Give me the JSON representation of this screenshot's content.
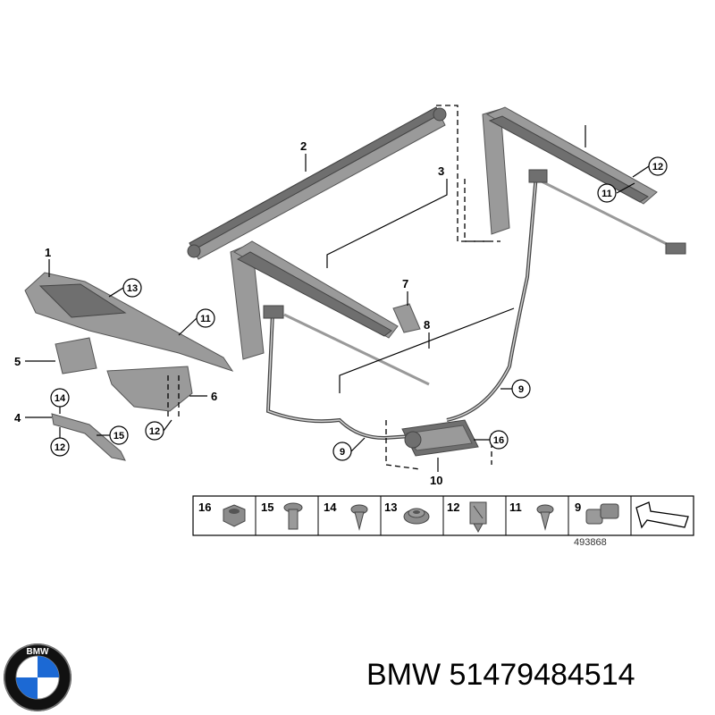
{
  "diagram": {
    "callouts": [
      "1",
      "2",
      "3",
      "4",
      "5",
      "6",
      "7",
      "8",
      "9",
      "9",
      "10",
      "11",
      "11",
      "12",
      "12",
      "12",
      "13",
      "14",
      "15",
      "16"
    ],
    "legend": [
      {
        "num": "16",
        "icon": "hex-nut-icon"
      },
      {
        "num": "15",
        "icon": "bolt-icon"
      },
      {
        "num": "14",
        "icon": "screw-icon"
      },
      {
        "num": "13",
        "icon": "flange-nut-icon"
      },
      {
        "num": "12",
        "icon": "clip-nut-icon"
      },
      {
        "num": "11",
        "icon": "screw-icon"
      },
      {
        "num": "9",
        "icon": "clamp-icon"
      }
    ],
    "image_number": "493868"
  },
  "footer": {
    "brand_text": "BMW 51479484514",
    "logo_letters": "BMW"
  },
  "colors": {
    "part_gray": "#9a9a9a",
    "bmw_blue": "#1c69d4",
    "ring": "#111111"
  }
}
